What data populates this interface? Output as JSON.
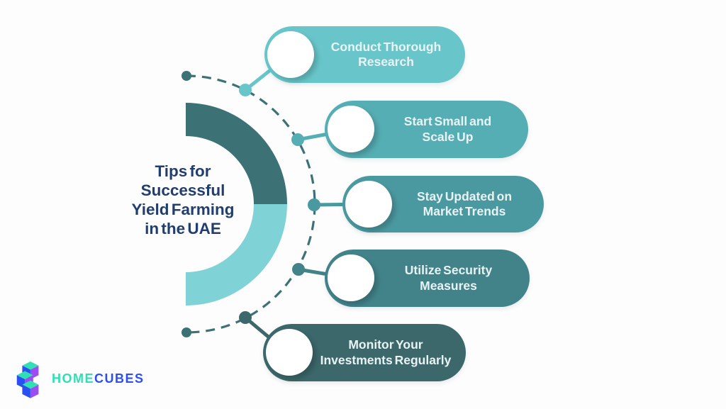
{
  "title_lines": [
    "Tips for",
    "Successful",
    "Yield Farming",
    "in the UAE"
  ],
  "items": [
    {
      "label": "Conduct Thorough Research",
      "lines": [
        "Conduct Thorough",
        "Research"
      ],
      "color": "#68c6ca"
    },
    {
      "label": "Start Small and Scale Up",
      "lines": [
        "Start Small and",
        "Scale Up"
      ],
      "color": "#55aeb4"
    },
    {
      "label": "Stay Updated on Market Trends",
      "lines": [
        "Stay Updated on",
        "Market Trends"
      ],
      "color": "#4b99a0"
    },
    {
      "label": "Utilize Security Measures",
      "lines": [
        "Utilize Security",
        "Measures"
      ],
      "color": "#42838a"
    },
    {
      "label": "Monitor Your Investments Regularly",
      "lines": [
        "Monitor Your",
        "Investments Regularly"
      ],
      "color": "#3c686b"
    }
  ],
  "colors": {
    "background": "#fdfdfd",
    "title_text": "#223e6e",
    "pill_text": "#e9f3f4",
    "arc_dark": "#3c7176",
    "arc_light": "#7fd3d7",
    "dashed_line": "#3c7176",
    "logo_home": "#2ee0b4",
    "logo_cubes": "#2b4ff0",
    "logo_purple": "#9b4df2"
  },
  "logo": {
    "home": "HOME",
    "cubes": "CUBES"
  }
}
